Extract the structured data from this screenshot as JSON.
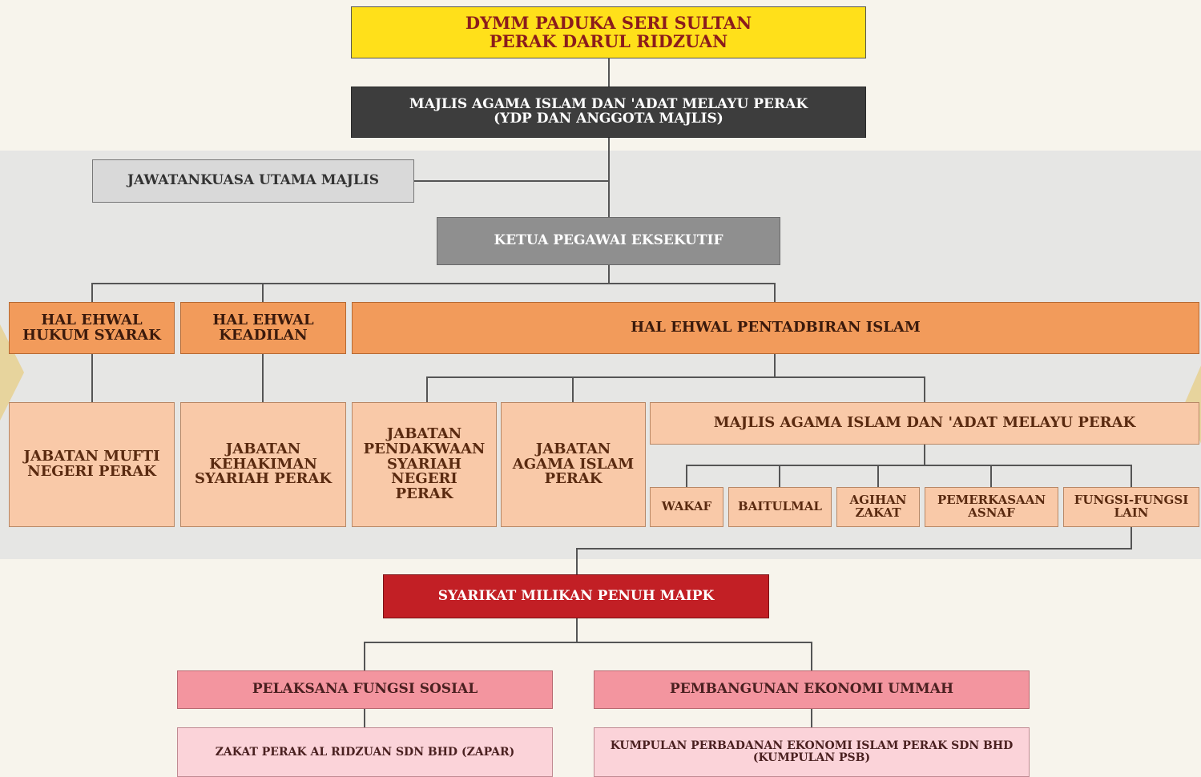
{
  "org_chart": {
    "top": "DYMM PADUKA SERI SULTAN\nPERAK DARUL RIDZUAN",
    "council": "MAJLIS AGAMA ISLAM DAN 'ADAT MELAYU PERAK\n(YDP DAN ANGGOTA MAJLIS)",
    "main_committee": "JAWATANKUASA UTAMA MAJLIS",
    "ceo": "KETUA PEGAWAI EKSEKUTIF",
    "divisions": {
      "hukum_syarak": "HAL EHWAL\nHUKUM SYARAK",
      "keadilan": "HAL EHWAL\nKEADILAN",
      "pentadbiran": "HAL EHWAL PENTADBIRAN ISLAM"
    },
    "departments": {
      "mufti": "JABATAN MUFTI\nNEGERI PERAK",
      "kehakiman": "JABATAN\nKEHAKIMAN\nSYARIAH PERAK",
      "pendakwaan": "JABATAN\nPENDAKWAAN\nSYARIAH NEGERI\nPERAK",
      "agama": "JABATAN\nAGAMA ISLAM\nPERAK",
      "maipk": "MAJLIS AGAMA ISLAM DAN 'ADAT MELAYU PERAK"
    },
    "maipk_units": [
      "WAKAF",
      "BAITULMAL",
      "AGIHAN\nZAKAT",
      "PEMERKASAAN\nASNAF",
      "FUNGSI-FUNGSI\nLAIN"
    ],
    "subsidiaries": "SYARIKAT MILIKAN PENUH MAIPK",
    "branches": {
      "social": "PELAKSANA FUNGSI SOSIAL",
      "economy": "PEMBANGUNAN EKONOMI UMMAH"
    },
    "companies": {
      "zapar": "ZAKAT PERAK AL RIDZUAN SDN BHD (ZAPAR)",
      "psb": "KUMPULAN PERBADANAN EKONOMI ISLAM PERAK SDN BHD\n(KUMPULAN PSB)"
    }
  }
}
